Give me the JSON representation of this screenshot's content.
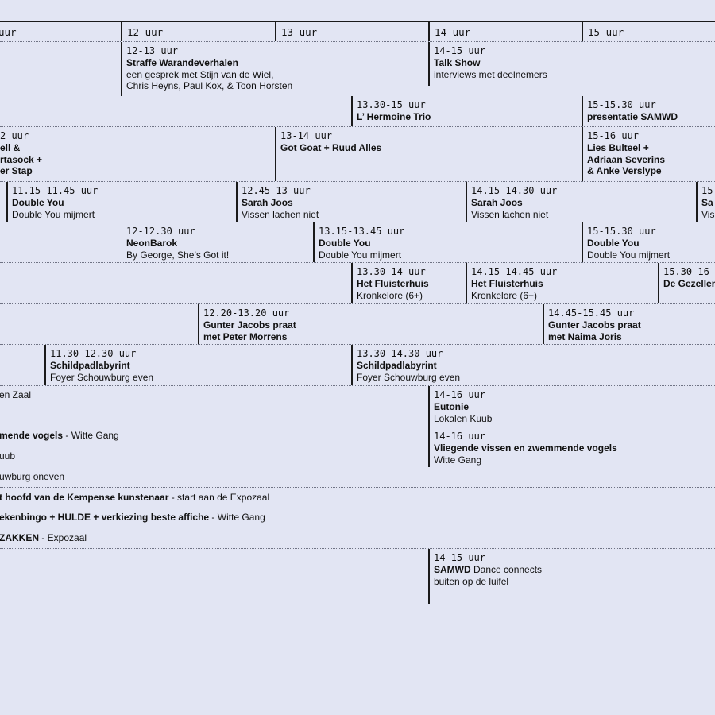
{
  "hours": [
    "uur",
    "12 uur",
    "13 uur",
    "14 uur",
    "15 uur"
  ],
  "events": {
    "e1": {
      "time": "12-13 uur",
      "title": "Straffe Warandeverhalen",
      "desc1": "een gesprek met Stijn van de Wiel,",
      "desc2": "Chris Heyns, Paul Kox, & Toon Horsten"
    },
    "e2": {
      "time": "14-15 uur",
      "title": "Talk Show",
      "desc1": "interviews met deelnemers"
    },
    "e3": {
      "time": "13.30-15 uur",
      "title": "L’ Hermoine Trio"
    },
    "e4": {
      "time": "15-15.30 uur",
      "title": "presentatie SAMWD"
    },
    "e5": {
      "time": "2 uur",
      "t1": "ell &",
      "t2": "rtasock +",
      "t3": "er Stap"
    },
    "e6": {
      "time": "13-14 uur",
      "title": "Got Goat + Ruud Alles"
    },
    "e7": {
      "time": "15-16 uur",
      "t1": "Lies Bulteel +",
      "t2": "Adriaan Severins",
      "t3": "& Anke Verslype"
    },
    "e8": {
      "time": "11.15-11.45 uur",
      "title": "Double You",
      "desc1": "Double You mijmert"
    },
    "e9": {
      "time": "12.45-13 uur",
      "title": "Sarah Joos",
      "desc1": "Vissen lachen niet"
    },
    "e10": {
      "time": "14.15-14.30 uur",
      "title": "Sarah Joos",
      "desc1": "Vissen lachen niet"
    },
    "e11": {
      "time": "15",
      "title": "Sa",
      "desc1": "Vis"
    },
    "e12": {
      "time": "12-12.30 uur",
      "title": "NeonBarok",
      "desc1": "By George, She’s Got it!"
    },
    "e13": {
      "time": "13.15-13.45 uur",
      "title": "Double You",
      "desc1": "Double You mijmert"
    },
    "e14": {
      "time": "15-15.30 uur",
      "title": "Double You",
      "desc1": "Double You mijmert"
    },
    "e15": {
      "time": "13.30-14 uur",
      "title": "Het Fluisterhuis",
      "desc1": "Kronkelore (6+)"
    },
    "e16": {
      "time": "14.15-14.45 uur",
      "title": "Het Fluisterhuis",
      "desc1": "Kronkelore (6+)"
    },
    "e17": {
      "time": "15.30-16",
      "title": "De Gezellen"
    },
    "e18": {
      "time": "12.20-13.20 uur",
      "t1": "Gunter Jacobs praat",
      "t2": "met Peter Morrens"
    },
    "e19": {
      "time": "14.45-15.45 uur",
      "t1": "Gunter Jacobs praat",
      "t2": "met Naima Joris"
    },
    "e20": {
      "time": "11.30-12.30 uur",
      "title": "Schildpadlabyrint",
      "desc1": "Foyer Schouwburg even"
    },
    "e21": {
      "time": "13.30-14.30 uur",
      "title": "Schildpadlabyrint",
      "desc1": "Foyer Schouwburg even"
    },
    "e22": {
      "time": "14-16 uur",
      "title": "Eutonie",
      "desc1": "Lokalen Kuub"
    },
    "e23": {
      "time": "14-16 uur",
      "title": "Vliegende vissen en zwemmende vogels",
      "desc1": "Witte Gang"
    },
    "e24": {
      "time": "14-15 uur",
      "title": "SAMWD",
      "title_rest": " Dance connects",
      "desc1": "buiten op de luifel"
    }
  },
  "rows": {
    "r1": {
      "text": "en Zaal"
    },
    "r2": {
      "bold": "mende vogels",
      "rest": " - Witte Gang"
    },
    "r3": {
      "text": "uub"
    },
    "r4": {
      "text": "uwburg oneven"
    },
    "r5": {
      "bold": "t hoofd van de Kempense kunstenaar",
      "rest": " - start aan de Expozaal"
    },
    "r6": {
      "bold": "ekenbingo + HULDE + verkiezing beste affiche",
      "rest": " - Witte Gang"
    },
    "r7": {
      "bold": "ZAKKEN",
      "rest": " - Expozaal"
    }
  }
}
